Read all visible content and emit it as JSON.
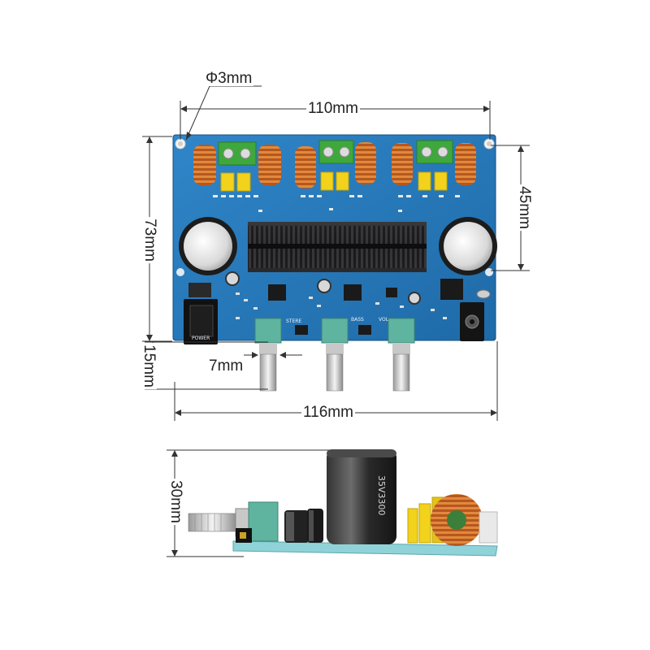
{
  "dimensions": {
    "hole_diameter": "Φ3mm",
    "width_holes": "110mm",
    "height_board": "73mm",
    "height_cap_span": "45mm",
    "knob_extension": "15mm",
    "knob_spacing": "7mm",
    "width_total": "116mm",
    "height_side": "30mm"
  },
  "board_silkscreen": {
    "power": "POWER",
    "knob_1": "STERE",
    "knob_2": "BASS",
    "knob_3": "VOL",
    "capacitor_text": "35V3300"
  },
  "colors": {
    "pcb_blue": "#2a7fc0",
    "heatsink": "#1d1d1f",
    "terminal_green": "#3fa83c",
    "inductor_copper": "#c0602a",
    "capacitor_yellow": "#f2d21b",
    "pot_teal": "#5fb4a0"
  }
}
